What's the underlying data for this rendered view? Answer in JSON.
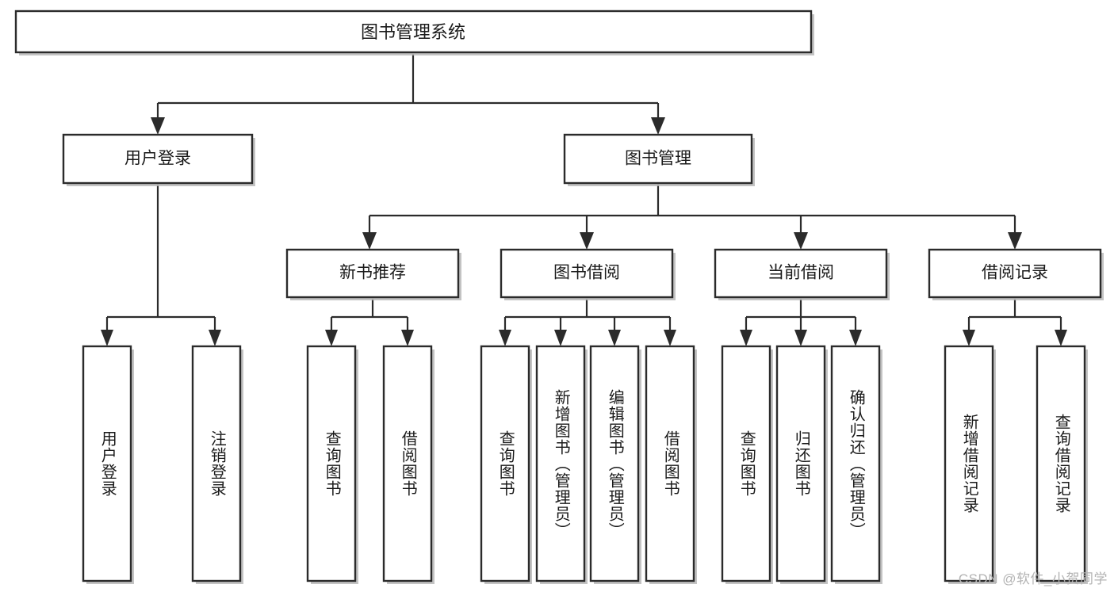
{
  "diagram": {
    "type": "tree",
    "title": "图书管理系统",
    "watermark": "CSDN @软件_小贺同学",
    "colors": {
      "box_stroke": "#2b2b2b",
      "box_fill": "#ffffff",
      "connector": "#2b2b2b",
      "shadow": "#b9b9b9",
      "text": "#1a1a1a",
      "watermark": "#b3b3b3"
    },
    "root": {
      "label": "图书管理系统"
    },
    "level2": [
      {
        "label": "用户登录"
      },
      {
        "label": "图书管理"
      }
    ],
    "level3": [
      {
        "label": "新书推荐"
      },
      {
        "label": "图书借阅"
      },
      {
        "label": "当前借阅"
      },
      {
        "label": "借阅记录"
      }
    ],
    "groups": [
      {
        "parent": "用户登录",
        "leaves": [
          {
            "label": "用户登录"
          },
          {
            "label": "注销登录"
          }
        ]
      },
      {
        "parent": "新书推荐",
        "leaves": [
          {
            "label": "查询图书"
          },
          {
            "label": "借阅图书"
          }
        ]
      },
      {
        "parent": "图书借阅",
        "leaves": [
          {
            "label": "查询图书"
          },
          {
            "label": "新增图书（管理员）"
          },
          {
            "label": "编辑图书（管理员）"
          },
          {
            "label": "借阅图书"
          }
        ]
      },
      {
        "parent": "当前借阅",
        "leaves": [
          {
            "label": "查询图书"
          },
          {
            "label": "归还图书"
          },
          {
            "label": "确认归还（管理员）"
          }
        ]
      },
      {
        "parent": "借阅记录",
        "leaves": [
          {
            "label": "新增借阅记录"
          },
          {
            "label": "查询借阅记录"
          }
        ]
      }
    ]
  }
}
